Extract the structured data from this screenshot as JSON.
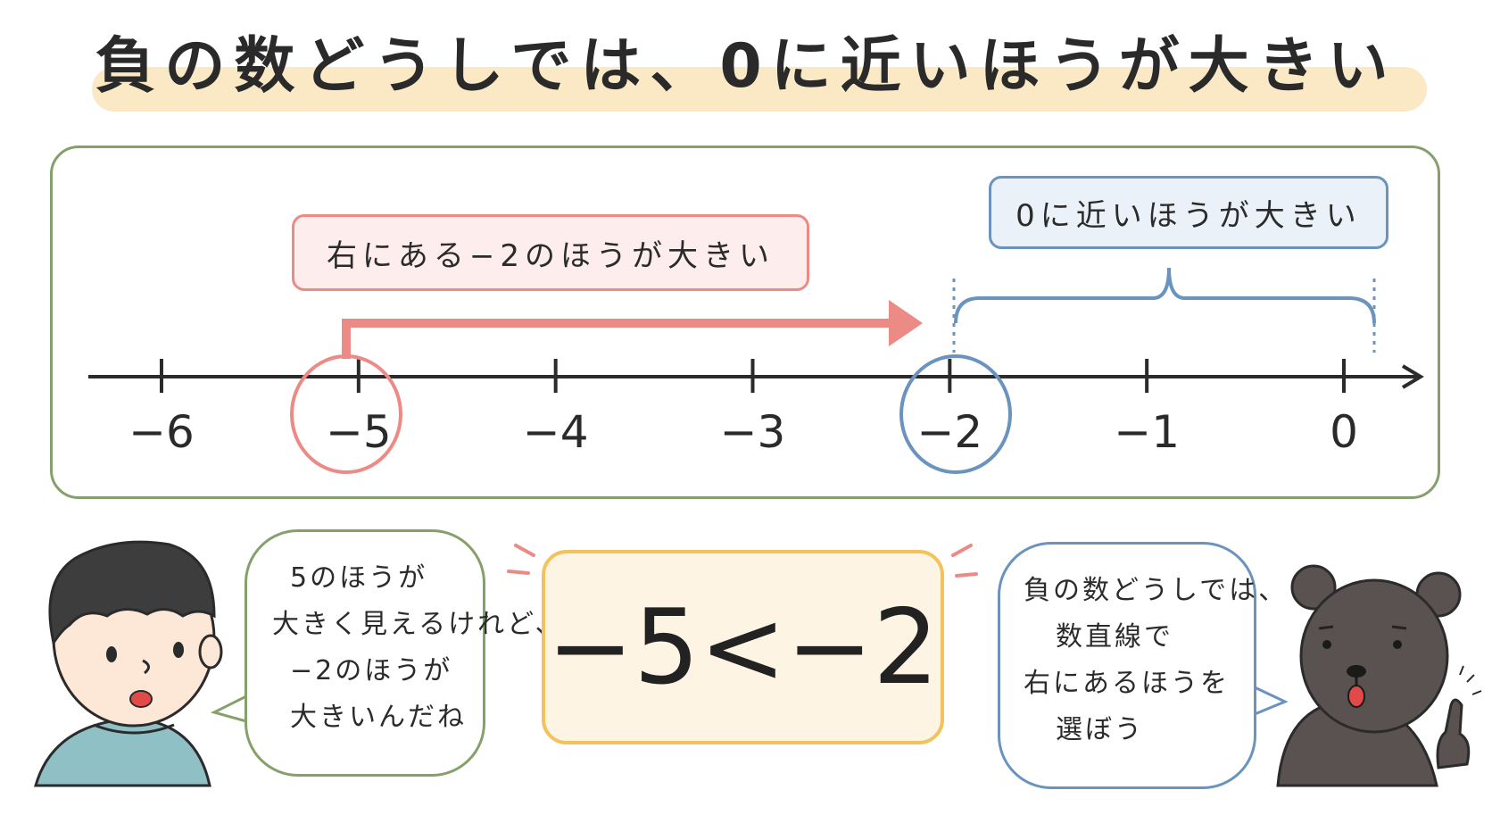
{
  "title": "負の数どうしでは、0に近いほうが大きい",
  "number_line": {
    "ticks": [
      "−6",
      "−5",
      "−4",
      "−3",
      "−2",
      "−1",
      "0"
    ]
  },
  "arrow_label": "右にある−2のほうが大きい",
  "brace_label": "0に近いほうが大きい",
  "inequality": "−5<−2",
  "boy_speech": [
    "5のほうが",
    "大きく見えるけれど、",
    "−2のほうが",
    "大きいんだね"
  ],
  "bear_speech": [
    "負の数どうしでは、",
    "数直線で",
    "右にあるほうを",
    "選ぼう"
  ],
  "colors": {
    "panel_border": "#86a06c",
    "red": "#ec8a86",
    "blue": "#6a93bd",
    "title_band": "#fbe9c6",
    "inequality_border": "#f3c25c"
  }
}
